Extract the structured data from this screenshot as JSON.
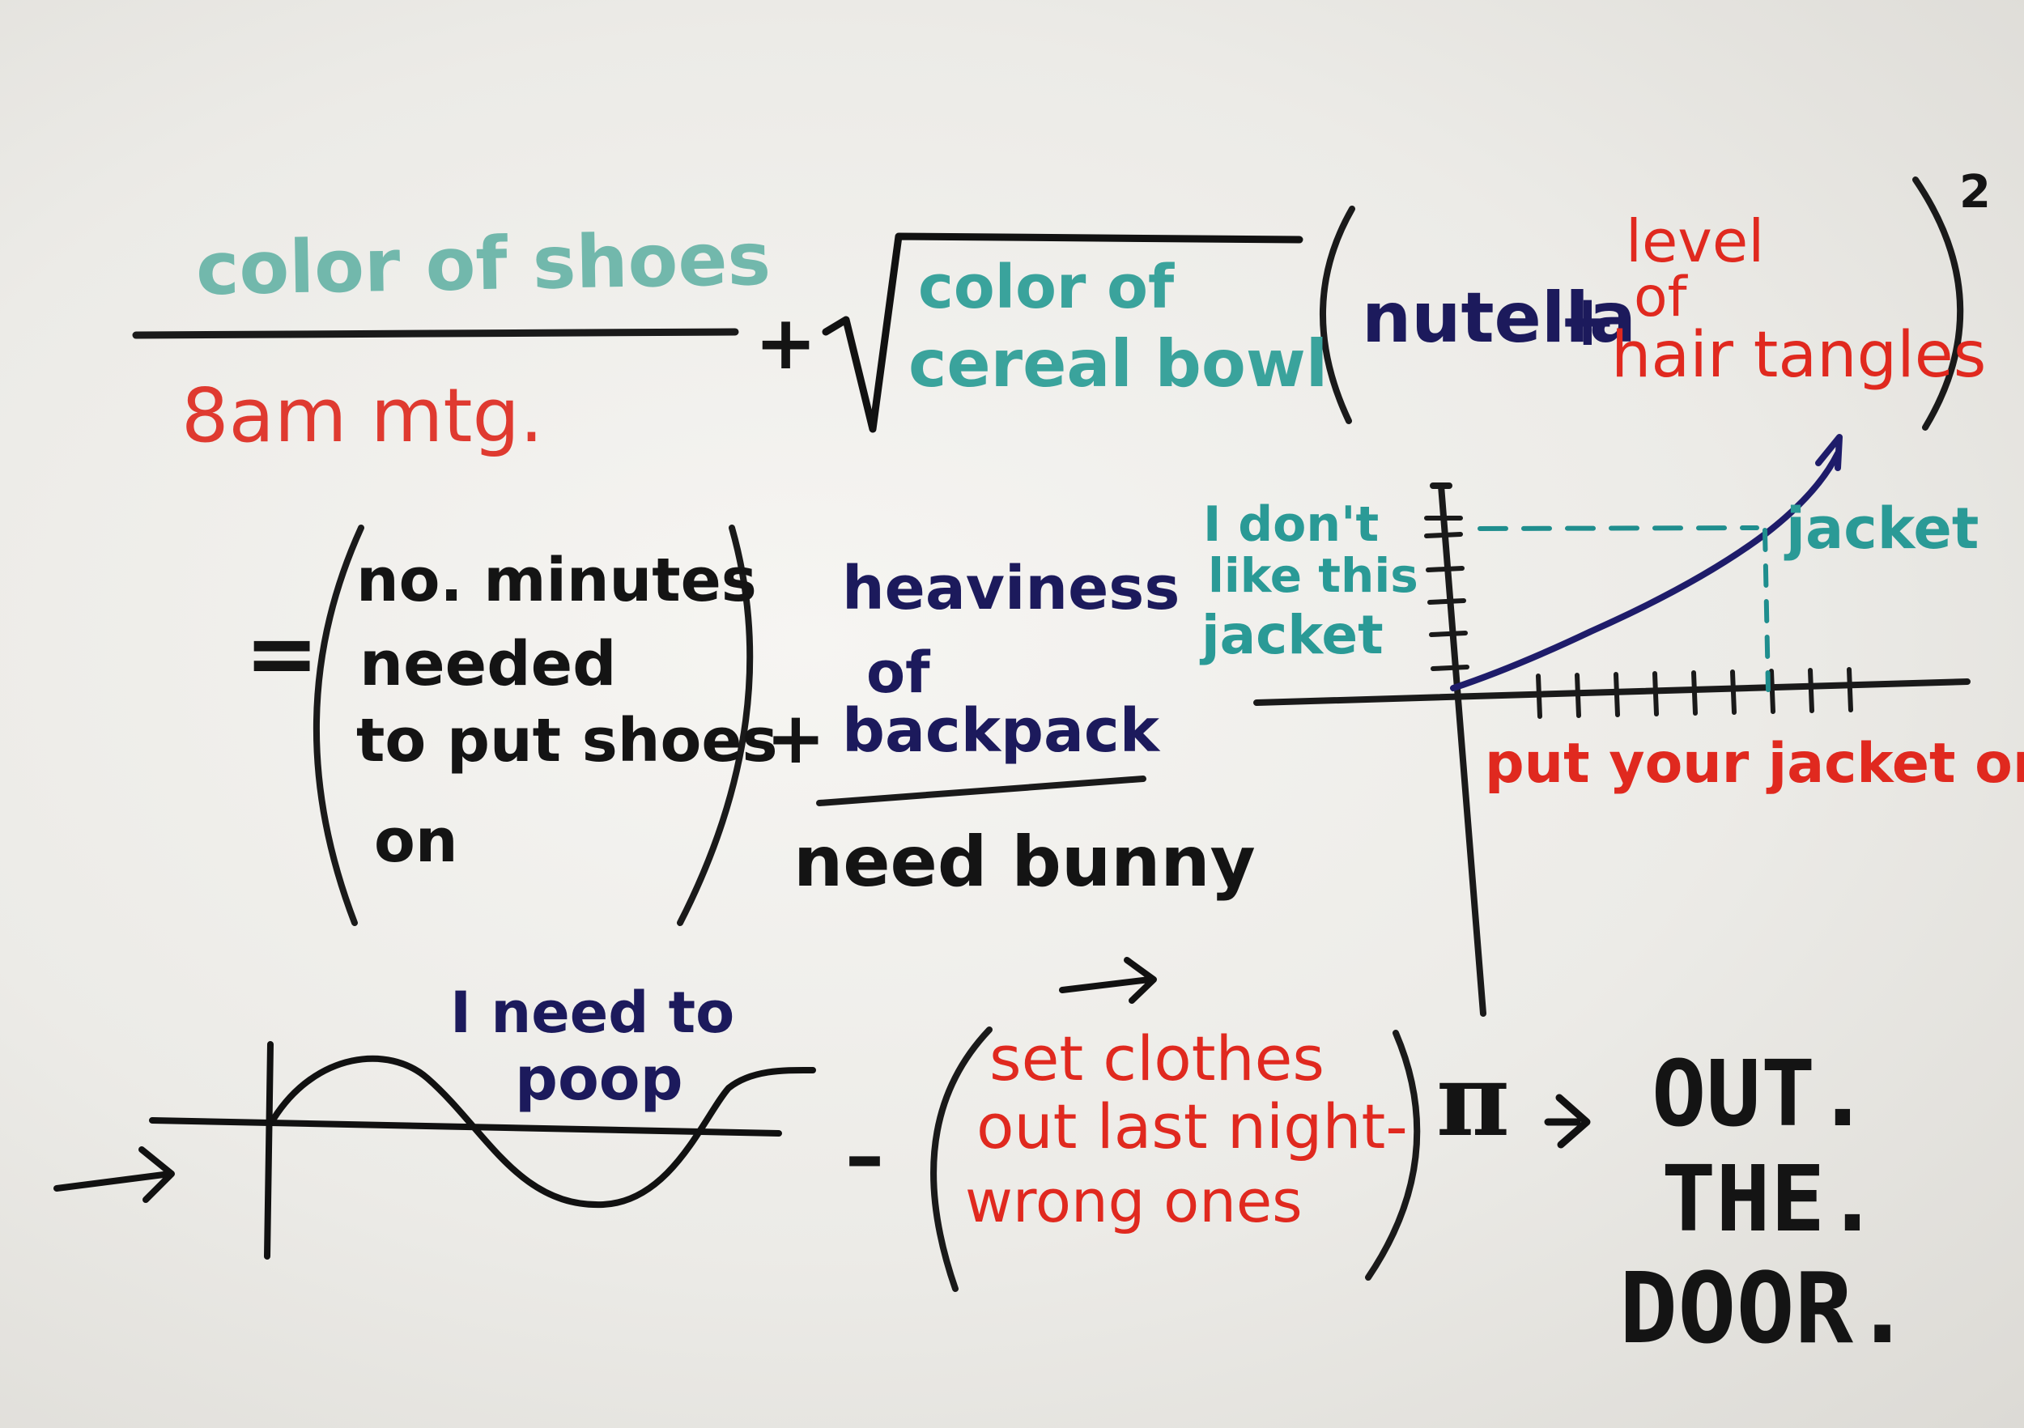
{
  "colors": {
    "teal": "#3aa39c",
    "mint": "#72b8ac",
    "red": "#e0291f",
    "navy": "#1c1a5c",
    "black": "#141414"
  },
  "formula": {
    "fraction1": {
      "numerator": "color of shoes",
      "denominator": "8am mtg."
    },
    "plus1": "+",
    "sqrt": {
      "line1": "color of",
      "line2": "cereal bowl"
    },
    "paren": {
      "nutella": "nutella",
      "plus": "+",
      "level": "level",
      "of": "of",
      "hair": "hair tangles",
      "exponent": "2"
    },
    "equals": "=",
    "minutes": {
      "line1": "no. minutes",
      "line2": "needed",
      "line3": "to put shoes",
      "line4": "on"
    },
    "plus2": "+",
    "backpack": {
      "line1": "heaviness",
      "line2": "of",
      "line3": "backpack",
      "denominator": "need bunny"
    },
    "poop": {
      "line1": "I need to",
      "line2": "poop"
    },
    "minus": "–",
    "clothes": {
      "line1": "set clothes",
      "line2": "out last night-",
      "line3": "wrong ones"
    },
    "pi": "π",
    "result": {
      "line1": "OUT.",
      "line2": "THE.",
      "line3": "DOOR."
    }
  },
  "graph": {
    "ylabel": {
      "line1": "I don't",
      "line2": "like this",
      "line3": "jacket"
    },
    "xlabel": "put your jacket on",
    "point_label": "jacket"
  }
}
